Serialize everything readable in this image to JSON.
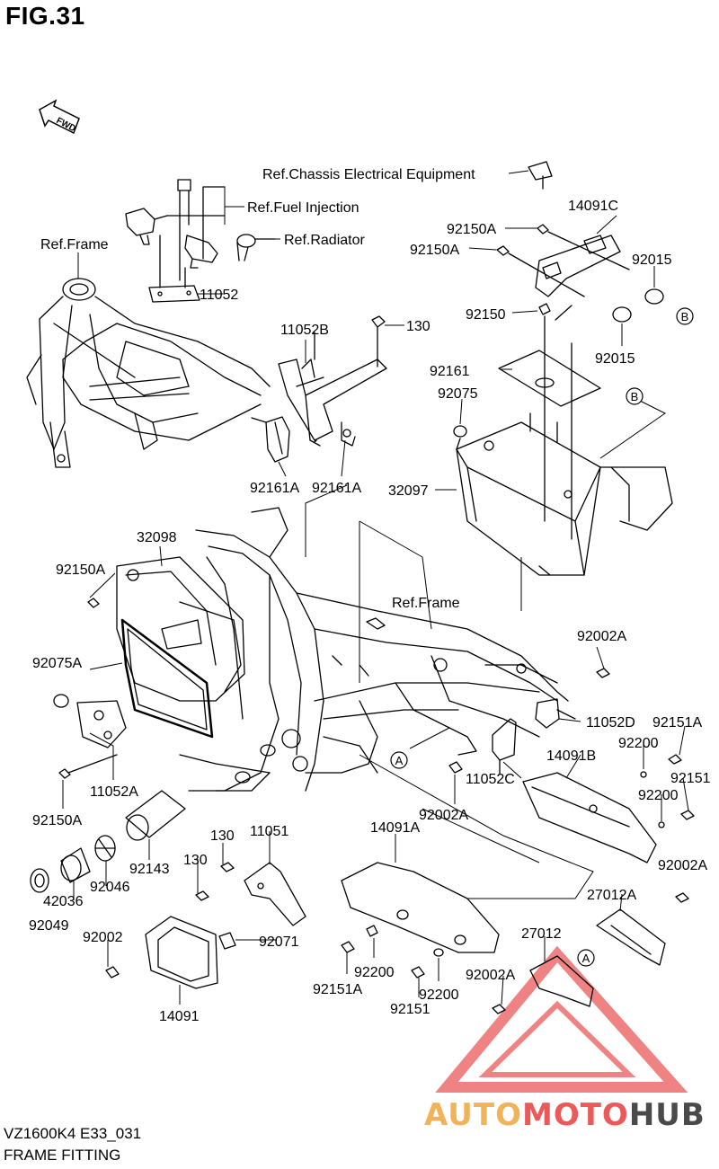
{
  "figure": {
    "title": "FIG.31",
    "code": "VZ1600K4 E33_031",
    "name": "FRAME FITTING",
    "fwd": "FWD"
  },
  "refs": {
    "chassis": "Ref.Chassis Electrical Equipment",
    "fuel": "Ref.Fuel Injection",
    "radiator": "Ref.Radiator",
    "frame_top": "Ref.Frame",
    "frame_mid": "Ref.Frame"
  },
  "markers": {
    "a": "A",
    "b": "B"
  },
  "parts": [
    "11052",
    "11052B",
    "130",
    "14091C",
    "92150A",
    "92150A",
    "92015",
    "92150",
    "92015",
    "92161",
    "92075",
    "92161A",
    "92161A",
    "32097",
    "32098",
    "92150A",
    "92075A",
    "11052A",
    "92150A",
    "92002A",
    "11052D",
    "92151A",
    "92200",
    "14091B",
    "92151",
    "92200",
    "11052C",
    "92002A",
    "92143",
    "130",
    "11051",
    "130",
    "92046",
    "42036",
    "92049",
    "92002",
    "92071",
    "14091",
    "14091A",
    "92002A",
    "27012A",
    "27012",
    "92151A",
    "92200",
    "92002A",
    "92200",
    "92151"
  ],
  "watermark": {
    "part1": "AUTO",
    "part2": "MOTO",
    "part3": "HUB"
  },
  "colors": {
    "ink": "#000000",
    "watermark_red": "#ea5a5a",
    "watermark_orange": "#f0b35a",
    "watermark_gray": "#4a4a4a"
  }
}
